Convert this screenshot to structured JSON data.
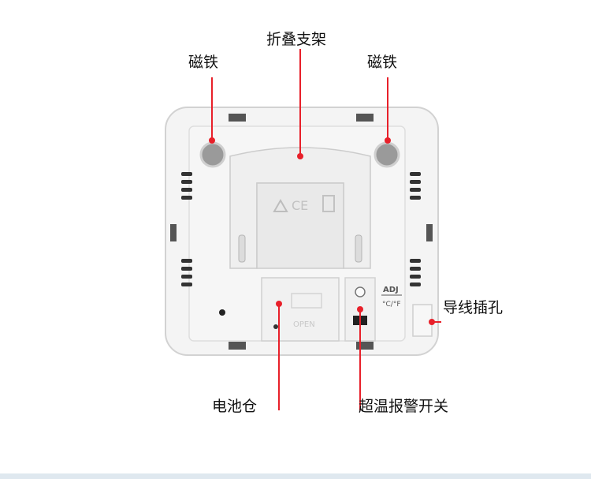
{
  "labels": {
    "stand": "折叠支架",
    "magnet_left": "磁铁",
    "magnet_right": "磁铁",
    "cable_jack": "导线插孔",
    "battery_compartment": "电池仓",
    "alarm_switch": "超温报警开关"
  },
  "device": {
    "adj_label": "ADJ",
    "unit_label": "°C/°F",
    "open_label": "OPEN",
    "ce_mark": "CE"
  },
  "colors": {
    "pointer": "#e8202a",
    "body": "#f4f4f4",
    "outline": "#cfcfcf"
  }
}
